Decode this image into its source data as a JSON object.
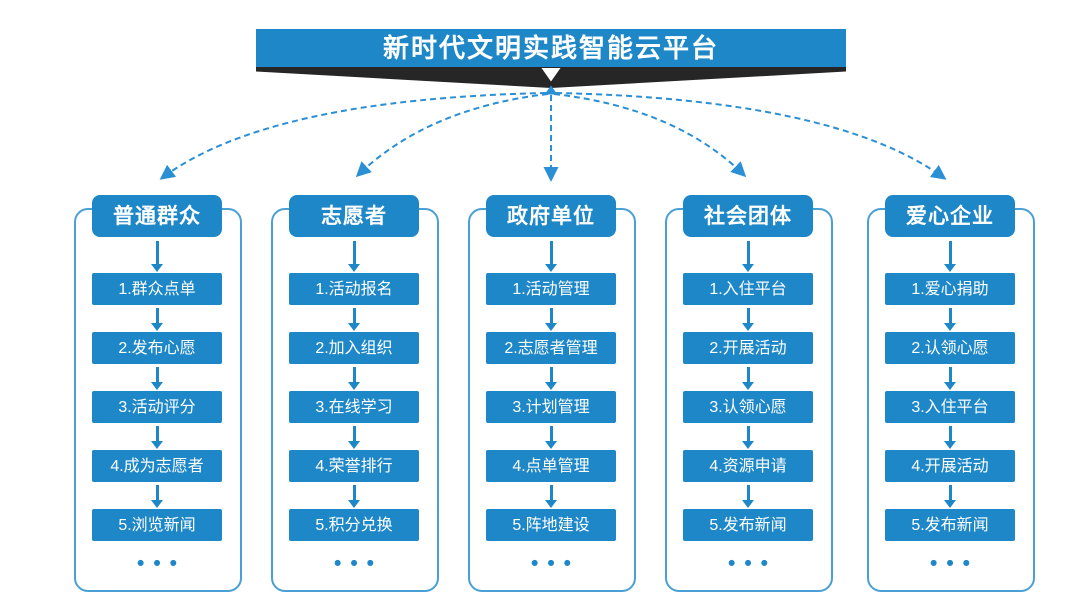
{
  "platform": {
    "title": "新时代文明实践智能云平台"
  },
  "icons": {
    "banner_down_arrow": "▼",
    "fan_origin_arrow": "▲",
    "column_flow_arrow": "↓"
  },
  "colors": {
    "primary_blue": "#1e87c7",
    "dashed_connector_blue": "#2a8fd4",
    "card_outline_blue": "#4aa0d6",
    "banner_shadow_dark": "#262626",
    "text_white": "#ffffff"
  },
  "columns": [
    {
      "header": "普通群众",
      "items": [
        "1.群众点单",
        "2.发布心愿",
        "3.活动评分",
        "4.成为志愿者",
        "5.浏览新闻"
      ],
      "more": "•••"
    },
    {
      "header": "志愿者",
      "items": [
        "1.活动报名",
        "2.加入组织",
        "3.在线学习",
        "4.荣誉排行",
        "5.积分兑换"
      ],
      "more": "•••"
    },
    {
      "header": "政府单位",
      "items": [
        "1.活动管理",
        "2.志愿者管理",
        "3.计划管理",
        "4.点单管理",
        "5.阵地建设"
      ],
      "more": "•••"
    },
    {
      "header": "社会团体",
      "items": [
        "1.入住平台",
        "2.开展活动",
        "3.认领心愿",
        "4.资源申请",
        "5.发布新闻"
      ],
      "more": "•••"
    },
    {
      "header": "爱心企业",
      "items": [
        "1.爱心捐助",
        "2.认领心愿",
        "3.入住平台",
        "4.开展活动",
        "5.发布新闻"
      ],
      "more": "•••"
    }
  ]
}
